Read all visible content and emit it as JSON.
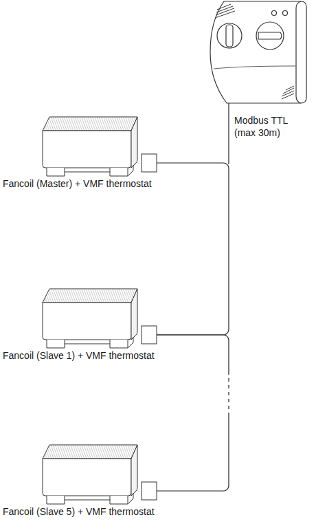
{
  "diagram": {
    "nodes": [
      {
        "text": [
          "Fancoil (Master) + VMF thermostat"
        ]
      },
      {
        "text": [
          "Fancoil (Slave 1) + VMF thermostat"
        ]
      },
      {
        "text": [
          "Fancoil (Slave 5) + VMF thermostat"
        ]
      }
    ],
    "edges": [
      {
        "from": 0,
        "to": 1,
        "arrow": "none"
      },
      {
        "from": 1,
        "to": 2,
        "arrow": "none"
      }
    ],
    "labels": [
      "Modbus TTL (max 30m)"
    ]
  }
}
